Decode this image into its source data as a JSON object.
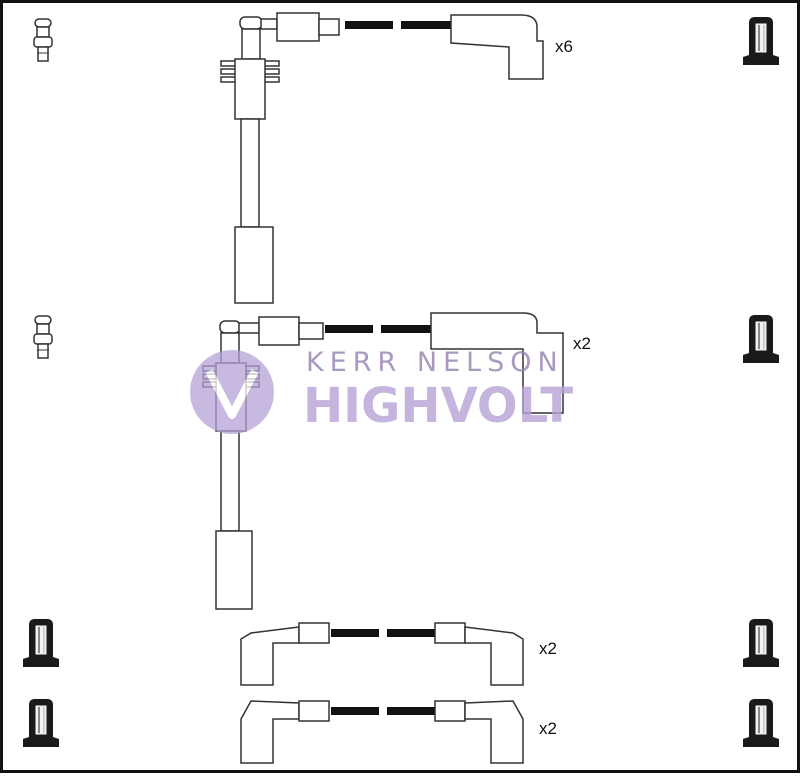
{
  "quantities": {
    "set1": "x6",
    "set2": "x2",
    "set3": "x2",
    "set4": "x2"
  },
  "watermark": {
    "line1": "KERR NELSON",
    "line2": "HIGHVOLT",
    "color": "#b6a2d6"
  },
  "icons": {
    "spark_plug_connector": "spark-plug-terminal-icon",
    "coil_connector": "coil-boot-icon"
  },
  "colors": {
    "outline": "#333333",
    "cable": "#111111",
    "background": "#ffffff"
  }
}
